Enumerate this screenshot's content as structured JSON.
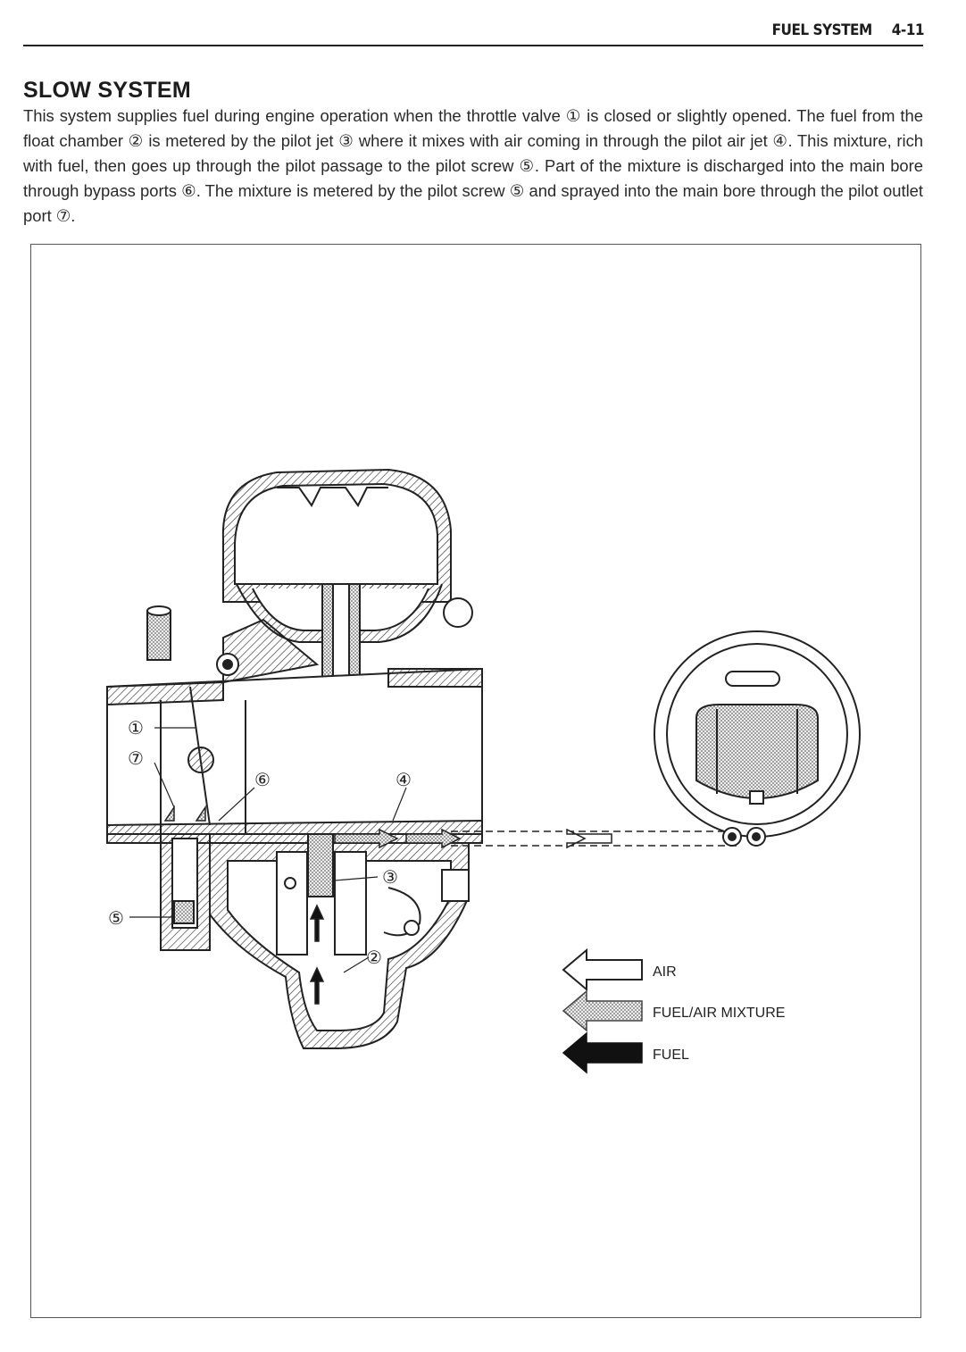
{
  "header": {
    "section": "FUEL SYSTEM",
    "page": "4-11"
  },
  "section_title": "SLOW SYSTEM",
  "body_text": "This system supplies fuel during engine operation when the throttle valve ① is closed or slightly opened. The fuel from the float chamber ② is metered by the pilot jet ③ where it mixes with air coming in through the pilot air jet ④. This mixture, rich with fuel, then goes up through the pilot passage to the pilot screw ⑤. Part of the mixture is discharged into the main bore through bypass ports ⑥. The mixture is metered by the pilot screw ⑤ and sprayed into the main bore through the pilot outlet port ⑦.",
  "figure": {
    "callouts": [
      "①",
      "②",
      "③",
      "④",
      "⑤",
      "⑥",
      "⑦"
    ],
    "legend": [
      {
        "label": "AIR",
        "style": "outline-arrow"
      },
      {
        "label": "FUEL/AIR MIXTURE",
        "style": "shaded-arrow"
      },
      {
        "label": "FUEL",
        "style": "solid-arrow"
      }
    ]
  }
}
